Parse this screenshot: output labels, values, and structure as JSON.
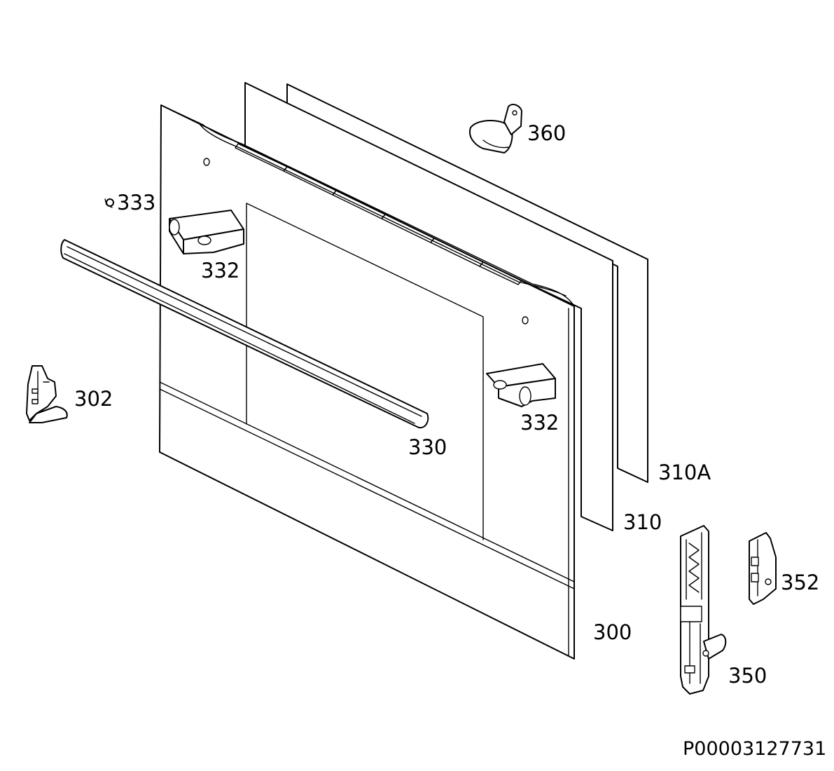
{
  "labels": {
    "p360": "360",
    "p333": "333",
    "p332a": "332",
    "p332b": "332",
    "p302": "302",
    "p330": "330",
    "p310a": "310A",
    "p310": "310",
    "p352": "352",
    "p300": "300",
    "p350": "350"
  },
  "drawing_code": "P00003127731",
  "colors": {
    "line": "#000000",
    "background": "#ffffff"
  }
}
